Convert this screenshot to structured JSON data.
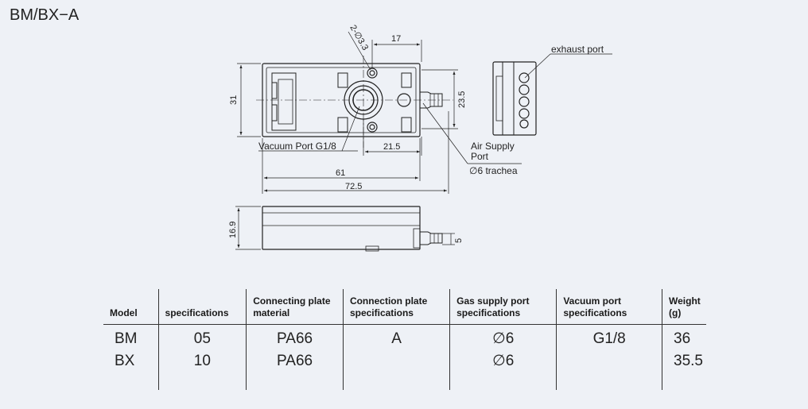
{
  "title": "BM/BX−A",
  "drawing": {
    "dim_17": "17",
    "dim_2x33": "2-∅3.3",
    "dim_31": "31",
    "dim_235": "23.5",
    "dim_215": "21.5",
    "dim_61": "61",
    "dim_725": "72.5",
    "dim_169": "16.9",
    "dim_5": "5",
    "label_vacuum_port": "Vacuum Port G1/8",
    "label_air_supply_1": "Air Supply",
    "label_air_supply_2": "Port",
    "label_trachea": "∅6 trachea",
    "label_exhaust": "exhaust port"
  },
  "table": {
    "headers": [
      [
        "Model"
      ],
      [
        "specifications"
      ],
      [
        "Connecting plate",
        "material"
      ],
      [
        "Connection plate",
        "specifications"
      ],
      [
        "Gas supply port",
        "specifications"
      ],
      [
        "Vacuum port",
        "specifications"
      ],
      [
        "Weight (g)"
      ]
    ],
    "columns": [
      [
        "BM",
        "BX"
      ],
      [
        "05",
        "10"
      ],
      [
        "PA66",
        "PA66"
      ],
      [
        "A",
        ""
      ],
      [
        "∅6",
        "∅6"
      ],
      [
        "G1/8",
        ""
      ],
      [
        "36",
        "35.5"
      ]
    ]
  }
}
